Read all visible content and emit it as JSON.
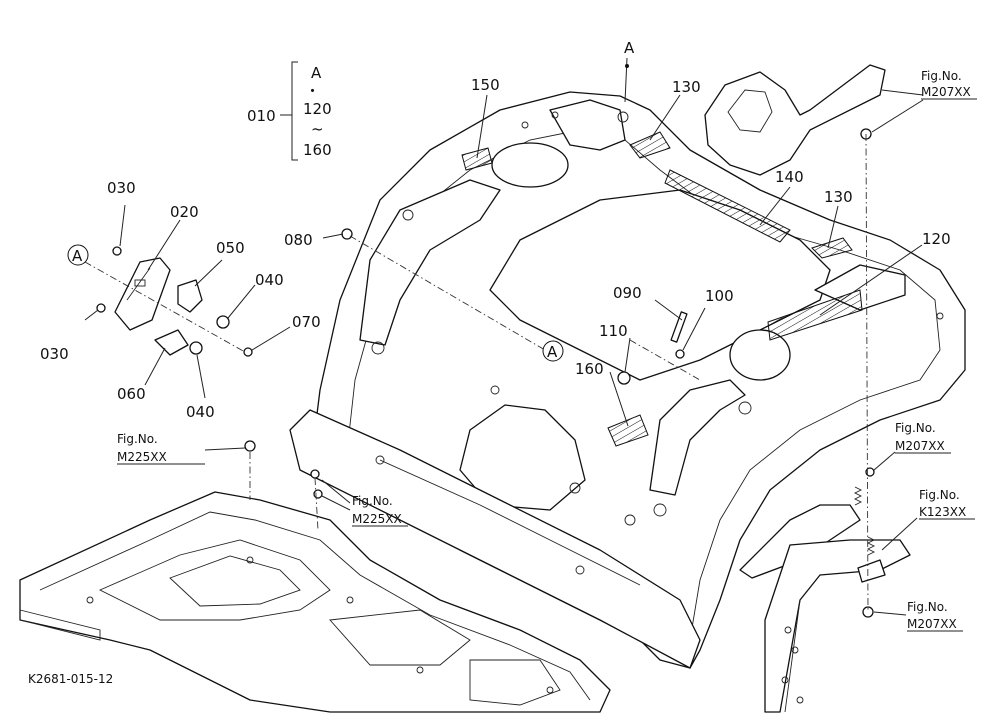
{
  "bracket": {
    "label": "010",
    "lines": [
      "A",
      "・",
      "120",
      "~",
      "160"
    ]
  },
  "callouts": {
    "a_top": "A",
    "n150": "150",
    "n130a": "130",
    "n140": "140",
    "n130b": "130",
    "n120": "120",
    "n080": "080",
    "n090": "090",
    "n100": "100",
    "n110": "110",
    "n160": "160",
    "a_mid": "A",
    "a_left": "A",
    "n030a": "030",
    "n020": "020",
    "n050": "050",
    "n040a": "040",
    "n070": "070",
    "n030b": "030",
    "n060": "060",
    "n040b": "040"
  },
  "fig_refs": {
    "top_right": [
      "Fig.No.",
      "M207XX"
    ],
    "mid_right": [
      "Fig.No.",
      "M207XX"
    ],
    "k123": [
      "Fig.No.",
      "K123XX"
    ],
    "bottom_right": [
      "Fig.No.",
      "M207XX"
    ],
    "floor_left": [
      "Fig.No.",
      "M225XX"
    ],
    "floor_mid": [
      "Fig.No.",
      "M225XX"
    ]
  },
  "drawing_code": "K2681-015-12"
}
